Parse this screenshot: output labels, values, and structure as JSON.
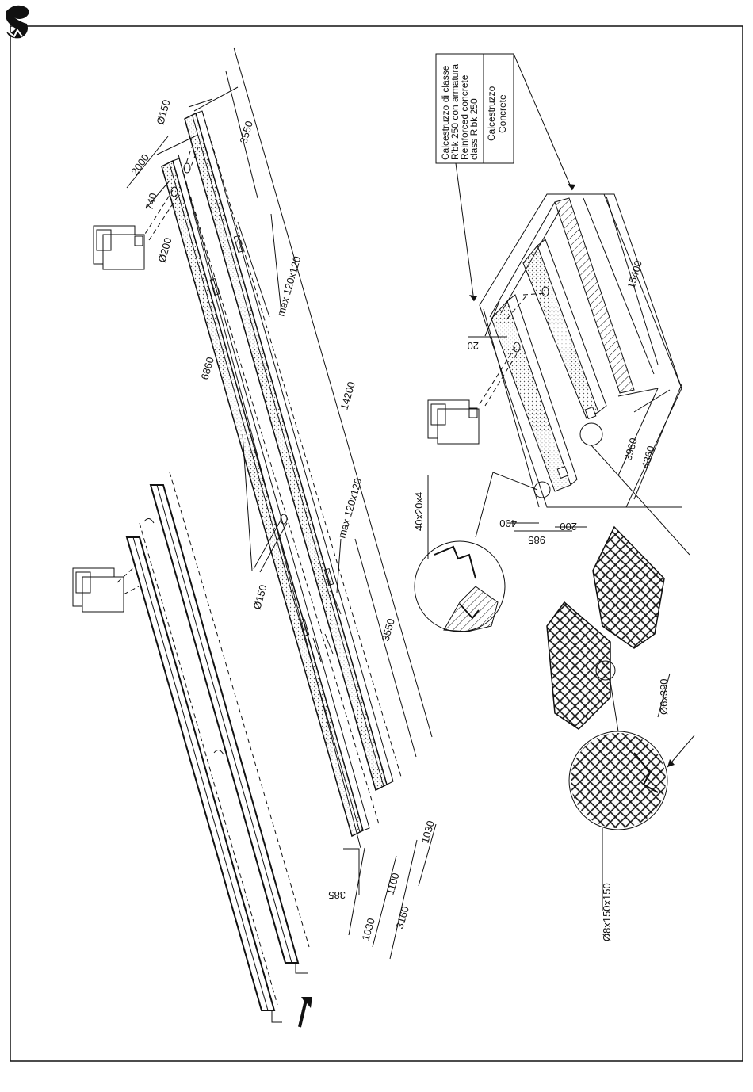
{
  "dimensions": {
    "d6860": "6860",
    "d14200": "14200",
    "d3550_top": "3550",
    "d3550_bottom": "3550",
    "d2000": "2000",
    "d740": "740",
    "d385": "385",
    "d1030_left": "1030",
    "d3160": "3160",
    "d1100": "1100",
    "d1030_right": "1030",
    "d15400": "15400",
    "d3960": "3960",
    "d4360": "4360",
    "d985": "985",
    "d200": "200",
    "d400": "400",
    "d20": "20"
  },
  "pipes": {
    "p150_top": "Ø150",
    "p200": "Ø200",
    "p150_mid": "Ø150"
  },
  "gratings": {
    "g1": "max 120x120",
    "g2": "max 120x120"
  },
  "details": {
    "angle": "40x20x4",
    "mesh_top": "Ø6x390",
    "mesh_bottom": "Ø8x150x150"
  },
  "legend": {
    "reinforced_it_1": "Calcestruzzo di classe",
    "reinforced_it_2": "R'bk 250 con armatura",
    "reinforced_en_1": "Reinforced concrete",
    "reinforced_en_2": "class R'bk 250",
    "concrete_it": "Calcestruzzo",
    "concrete_en": "Concrete"
  }
}
